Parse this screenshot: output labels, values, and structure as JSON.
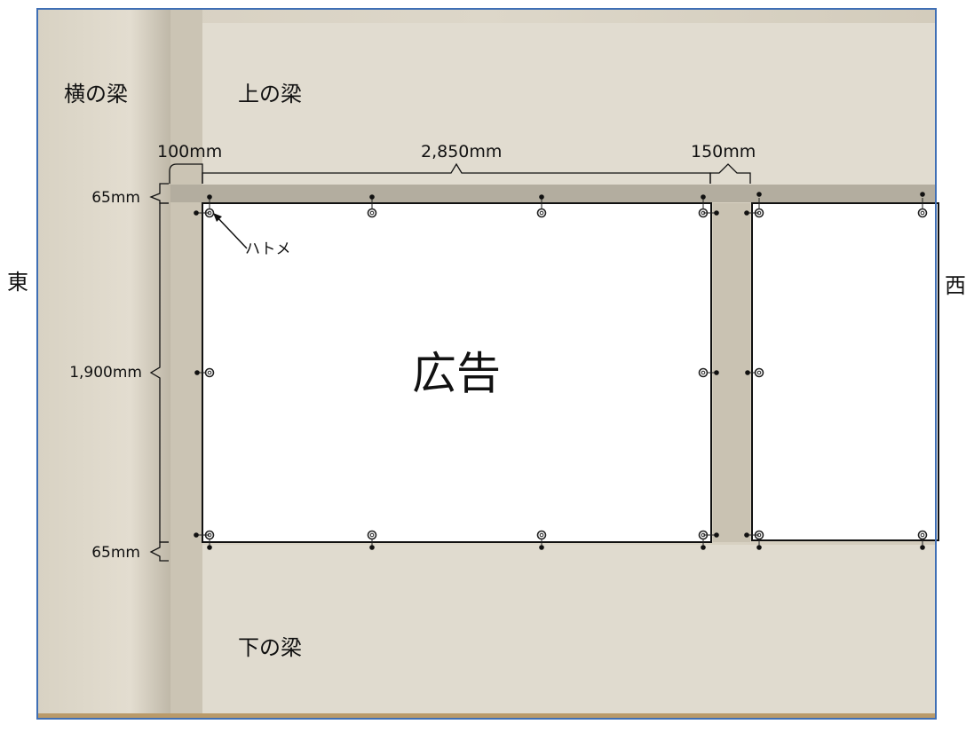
{
  "labels": {
    "side_beam": "横の梁",
    "top_beam": "上の梁",
    "bottom_beam": "下の梁",
    "east": "東",
    "west": "西",
    "ad": "広告",
    "grommet": "ハトメ"
  },
  "dimensions": {
    "left_gap": "100mm",
    "panel_width": "2,850mm",
    "right_gap": "150mm",
    "top_margin": "65mm",
    "panel_height": "1,900mm",
    "bottom_margin": "65mm"
  },
  "colors": {
    "wall": "#d9d2c3",
    "pillar": "#cfc8b8",
    "frame_border": "#3f6fb5",
    "panel": "#ffffff",
    "floor": "#b99a6a"
  }
}
